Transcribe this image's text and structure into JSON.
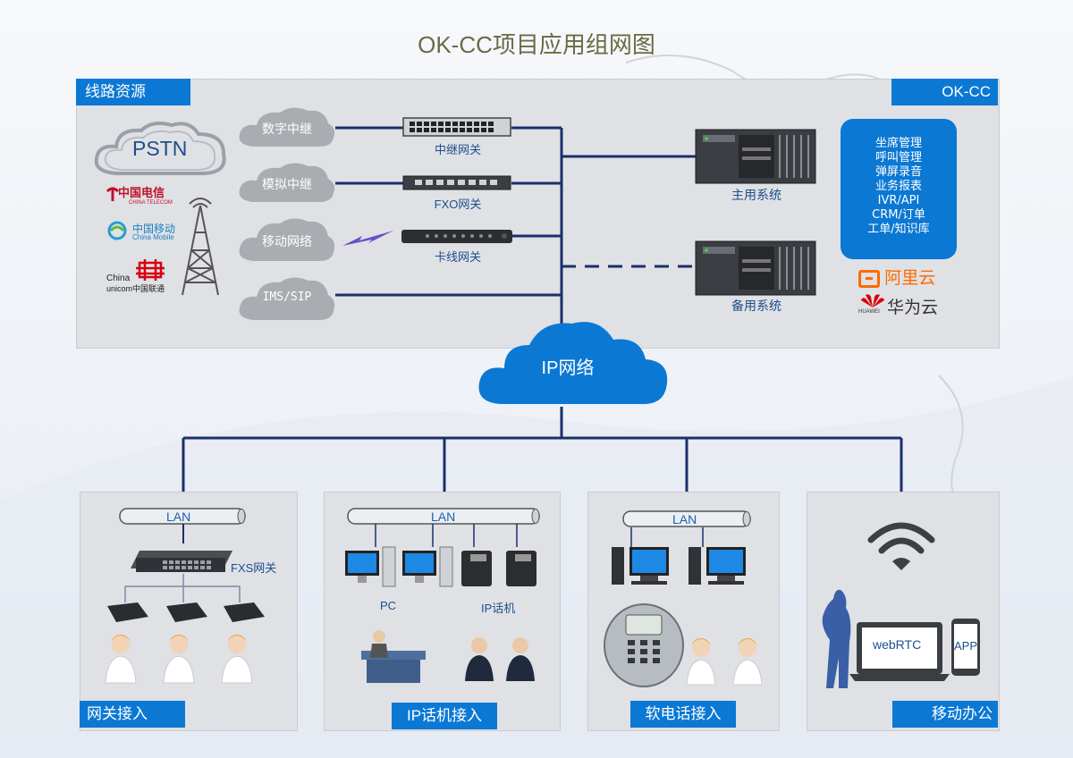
{
  "title": "OK-CC项目应用组网图",
  "top_section": {
    "left_tag": "线路资源",
    "right_tag": "OK-CC",
    "pstn": "PSTN",
    "carriers": {
      "telecom_cn": "中国电信",
      "telecom_en": "CHINA TELECOM",
      "mobile_cn": "中国移动",
      "mobile_en": "China Mobile",
      "unicom_a": "China",
      "unicom_b": "unicom中国联通"
    },
    "lines": [
      "数字中继",
      "模拟中继",
      "移动网络",
      "IMS/SIP"
    ],
    "gateways": [
      "中继网关",
      "FXO网关",
      "卡线网关"
    ],
    "primary_system": "主用系统",
    "backup_system": "备用系统",
    "features": [
      "坐席管理",
      "呼叫管理",
      "弹屏录音",
      "业务报表",
      "IVR/API",
      "CRM/订单",
      "工单/知识库"
    ],
    "cloud_aliyun": "阿里云",
    "cloud_huawei_mark": "HUAWEI",
    "cloud_huawei": "华为云"
  },
  "ip_network": "IP网络",
  "bottom_panels": [
    {
      "tag": "网关接入",
      "lan": "LAN",
      "device": "FXS网关"
    },
    {
      "tag": "IP话机接入",
      "lan": "LAN",
      "pc": "PC",
      "phone": "IP话机"
    },
    {
      "tag": "软电话接入",
      "lan": "LAN"
    },
    {
      "tag": "移动办公",
      "web": "webRTC",
      "app": "APP"
    }
  ],
  "colors": {
    "accent": "#0b78d4",
    "line": "#1b2f6b",
    "panel": "#dfe1e5"
  }
}
